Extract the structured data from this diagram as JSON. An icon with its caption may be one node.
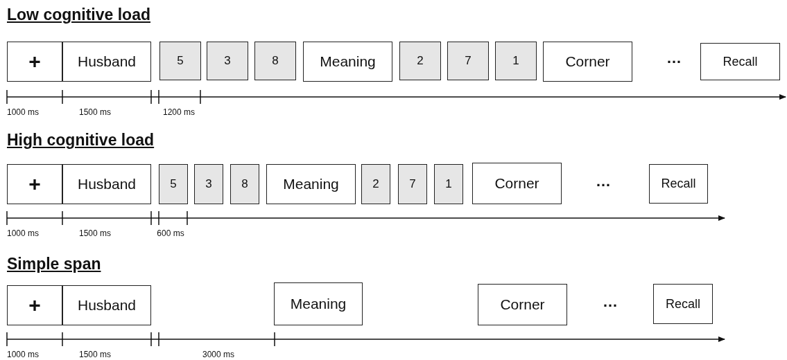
{
  "diagram": {
    "nodes": [
      {
        "text": [
          "+"
        ]
      },
      {
        "text": [
          "Husband"
        ]
      },
      {
        "text": [
          "5"
        ]
      },
      {
        "text": [
          "3"
        ]
      },
      {
        "text": [
          "8"
        ]
      },
      {
        "text": [
          "Meaning"
        ]
      },
      {
        "text": [
          "2"
        ]
      },
      {
        "text": [
          "7"
        ]
      },
      {
        "text": [
          "1"
        ]
      },
      {
        "text": [
          "Corner"
        ]
      },
      {
        "text": [
          "Recall"
        ]
      },
      {
        "text": [
          "+"
        ]
      },
      {
        "text": [
          "Husband"
        ]
      },
      {
        "text": [
          "5"
        ]
      },
      {
        "text": [
          "3"
        ]
      },
      {
        "text": [
          "8"
        ]
      },
      {
        "text": [
          "Meaning"
        ]
      },
      {
        "text": [
          "2"
        ]
      },
      {
        "text": [
          "7"
        ]
      },
      {
        "text": [
          "1"
        ]
      },
      {
        "text": [
          "Corner"
        ]
      },
      {
        "text": [
          "Recall"
        ]
      },
      {
        "text": [
          "+"
        ]
      },
      {
        "text": [
          "Husband"
        ]
      },
      {
        "text": [
          "Meaning"
        ]
      },
      {
        "text": [
          "Corner"
        ]
      },
      {
        "text": [
          "Recall"
        ]
      }
    ],
    "labels": [
      "Low cognitive load",
      "…",
      "1000 ms",
      "1500 ms",
      "1200 ms",
      "High cognitive load",
      "…",
      "1000 ms",
      "1500 ms",
      "600 ms",
      "Simple span",
      "…",
      "1000 ms",
      "1500 ms",
      "3000 ms"
    ]
  }
}
